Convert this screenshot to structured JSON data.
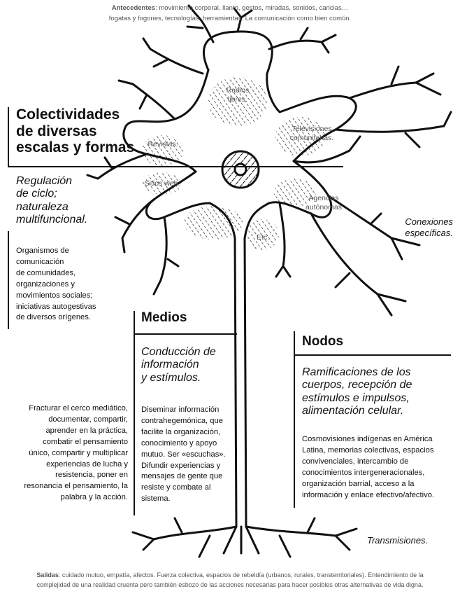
{
  "top": {
    "label": "Antecedentes",
    "line1": "movimiento corporal, llanto, gestos, miradas, sonidos, caricias…",
    "line2": "fogatas y fogones, tecnologías, herramientas. La comunicación como bien común."
  },
  "collectives": {
    "title": [
      "Colectividades",
      "de diversas",
      "escalas y formas"
    ],
    "subtitle": [
      "Regulación",
      "de ciclo;",
      "naturaleza",
      "multifuncional."
    ],
    "body": [
      "Organismos de",
      "comunicación",
      "de comunidades,",
      "organizaciones y",
      "movimientos sociales;",
      "iniciativas autogestivas",
      "de diversos orígenes."
    ]
  },
  "cell_labels": {
    "radios": [
      "Radios",
      "libres."
    ],
    "revistas": "Revistas.",
    "televisiones": [
      "Televisiones",
      "comunitarias."
    ],
    "sitios": "Sitios web.",
    "agencias": [
      "Agencias",
      "autónomas"
    ],
    "etc": "Etc."
  },
  "conexiones": [
    "Conexiones",
    "específicas."
  ],
  "medios": {
    "title": "Medios",
    "subtitle": [
      "Conducción de",
      "información",
      "y estímulos."
    ],
    "body": [
      "Diseminar información",
      "contrahegemónica, que",
      "facilite la organización,",
      "conocimiento y apoyo",
      "mutuo. Ser «escuchas».",
      "Difundir experiencias y",
      "mensajes de gente que",
      "resiste y combate al",
      "sistema."
    ]
  },
  "left_text": [
    "Fracturar el cerco mediático,",
    "documentar, compartir,",
    "aprender en la práctica,",
    "combatir el pensamiento",
    "único, compartir y multiplicar",
    "experiencias de lucha y",
    "resistencia, poner en",
    "resonancia el pensamiento, la",
    "palabra y la acción."
  ],
  "nodos": {
    "title": "Nodos",
    "subtitle": [
      "Ramificaciones de los",
      "cuerpos, recepción de",
      "estímulos e impulsos,",
      "alimentación celular."
    ],
    "body": [
      "Cosmovisiones indígenas en América",
      "Latina, memorias colectivas, espacios",
      "convivenciales, intercambio de",
      "conocimientos intergeneracionales,",
      "organización barrial, acceso a la",
      "información y enlace efectivo/afectivo."
    ]
  },
  "transmisiones": "Transmisiones.",
  "bottom": {
    "label": "Salidas",
    "line1": "cuidado mutuo, empatía, afectos. Fuerza colectiva, espacios de rebeldía (urbanos, rurales, transterritoriales). Entendimiento de la",
    "line2": "complejidad de una realidad cruenta pero también esbozo de las acciones necesarias para hacer posibles otras alternativas de vida digna."
  }
}
